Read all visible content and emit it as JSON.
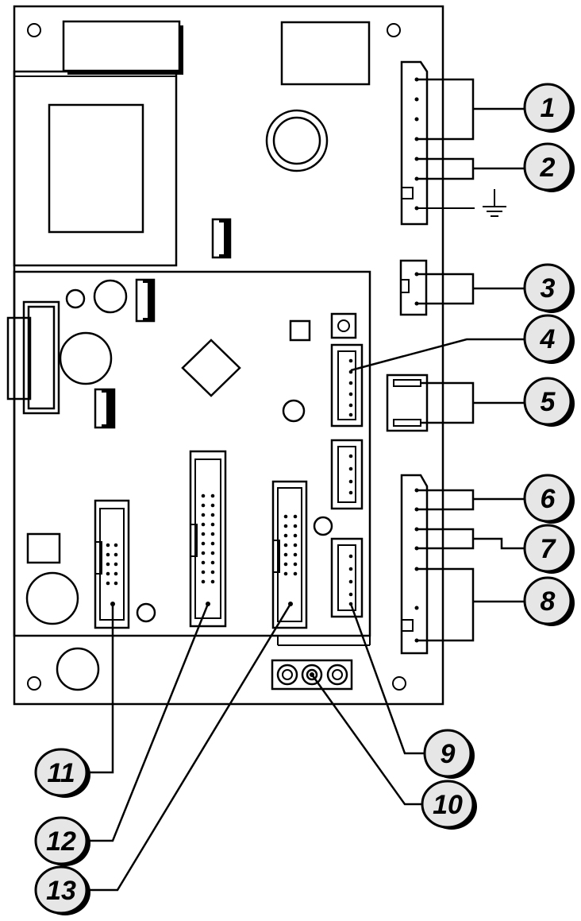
{
  "callouts": [
    {
      "id": "1",
      "label": "1"
    },
    {
      "id": "2",
      "label": "2"
    },
    {
      "id": "3",
      "label": "3"
    },
    {
      "id": "4",
      "label": "4"
    },
    {
      "id": "5",
      "label": "5"
    },
    {
      "id": "6",
      "label": "6"
    },
    {
      "id": "7",
      "label": "7"
    },
    {
      "id": "8",
      "label": "8"
    },
    {
      "id": "9",
      "label": "9"
    },
    {
      "id": "10",
      "label": "10"
    },
    {
      "id": "11",
      "label": "11"
    },
    {
      "id": "12",
      "label": "12"
    },
    {
      "id": "13",
      "label": "13"
    }
  ],
  "icons": {
    "ground": "ground-symbol-icon"
  },
  "colors": {
    "line": "#000000",
    "label_fill": "#e6e6e6",
    "background": "#ffffff"
  }
}
